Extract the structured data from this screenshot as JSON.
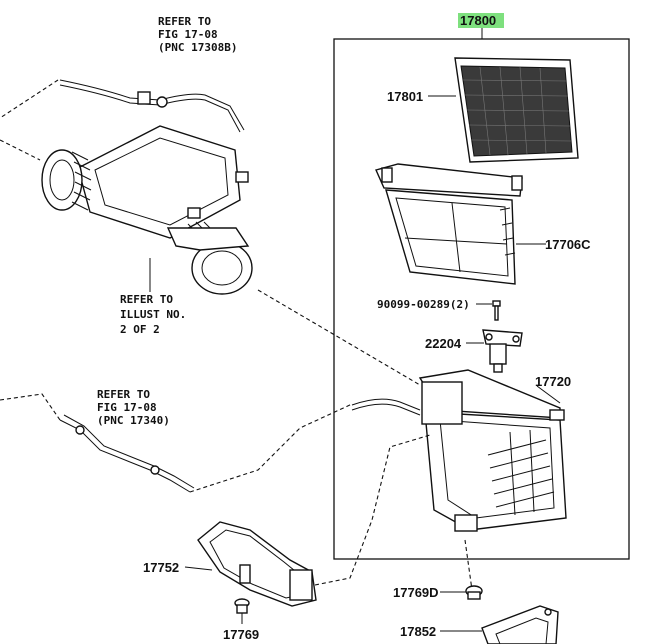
{
  "title_part": {
    "number": "17800",
    "highlight_color": "#7ee07e"
  },
  "parts": {
    "p17801": "17801",
    "p17706c": "17706C",
    "p90099": "90099-00289(2)",
    "p22204": "22204",
    "p17720": "17720",
    "p17752": "17752",
    "p17769": "17769",
    "p17769d": "17769D",
    "p17852": "17852"
  },
  "refs": {
    "ref1": {
      "line1": "REFER TO",
      "line2": "FIG 17-08",
      "line3": "(PNC 17308B)"
    },
    "ref2": {
      "line1": "REFER TO",
      "line2": "ILLUST NO.",
      "line3": "2 OF 2"
    },
    "ref3": {
      "line1": "REFER TO",
      "line2": "FIG 17-08",
      "line3": "(PNC 17340)"
    }
  }
}
